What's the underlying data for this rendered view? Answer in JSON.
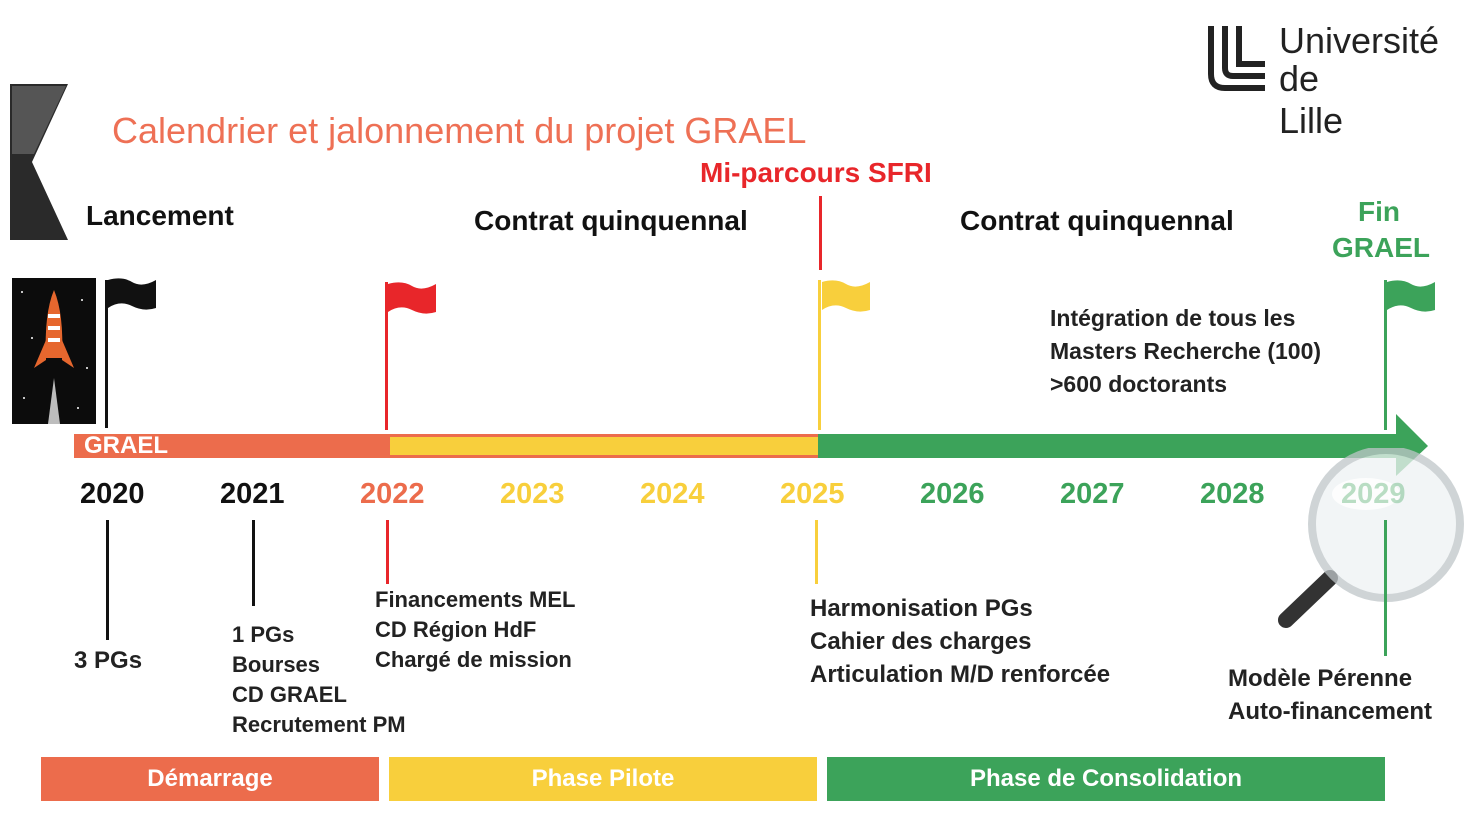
{
  "title": "Calendrier et jalonnement du projet GRAEL",
  "logo": {
    "line1": "Université",
    "line2": "de Lille"
  },
  "periods": {
    "launch": "Lancement",
    "contract1": "Contrat quinquennal",
    "midterm": "Mi-parcours SFRI",
    "contract2": "Contrat quinquennal",
    "end_line1": "Fin",
    "end_line2": "GRAEL"
  },
  "bar_label": "GRAEL",
  "integration": [
    "Intégration de  tous les",
    "Masters Recherche (100)",
    ">600 doctorants"
  ],
  "years": [
    "2020",
    "2021",
    "2022",
    "2023",
    "2024",
    "2025",
    "2026",
    "2027",
    "2028",
    "2029"
  ],
  "milestones": {
    "y2020": [
      "3 PGs"
    ],
    "y2021": [
      "1 PGs",
      "Bourses",
      "CD GRAEL",
      "Recrutement PM"
    ],
    "y2022": [
      "Financements MEL",
      "CD Région HdF",
      "Chargé de mission"
    ],
    "y2025": [
      "Harmonisation PGs",
      "Cahier des charges",
      "Articulation M/D renforcée"
    ],
    "y2029": [
      "Modèle Pérenne",
      "Auto-financement"
    ]
  },
  "phases": [
    "Démarrage",
    "Phase Pilote",
    "Phase de Consolidation"
  ],
  "colors": {
    "orange": "#ec6c4c",
    "yellow": "#f8cf3c",
    "green": "#3ca35a",
    "red": "#e8262a",
    "title": "#ee7055"
  }
}
